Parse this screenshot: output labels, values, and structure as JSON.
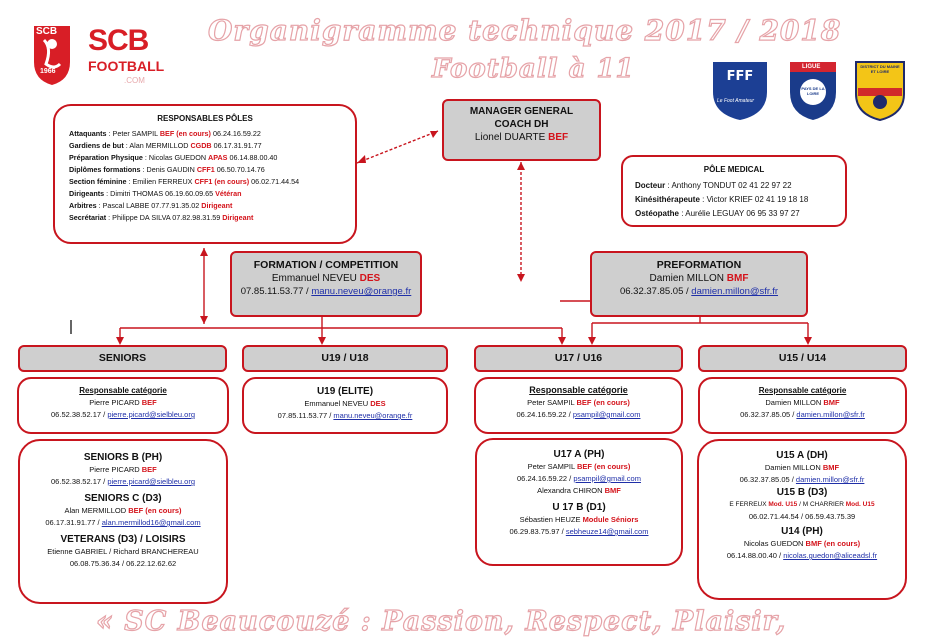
{
  "title": {
    "line1": "Organigramme technique 2017 / 2018",
    "line2": "Football à 11"
  },
  "logos": {
    "club_short": "SCB",
    "club_word": "FOOTBALL",
    "club_year": "1966",
    "club_domain": ".COM",
    "fff_caption": "Le Foot Amateur",
    "ligue_label": "LIGUE",
    "ligue_region": "PAYS DE LA LOIRE",
    "district_label": "DISTRICT DU MAINE ET LOIRE"
  },
  "poles": {
    "title": "RESPONSABLES PÔLES",
    "rows": [
      {
        "role": "Attaquants",
        "person": "Peter SAMPIL",
        "badge": "BEF (en cours)",
        "phone": "06.24.16.59.22"
      },
      {
        "role": "Gardiens de but",
        "person": "Alan MERMILLOD",
        "badge": "CGDB",
        "phone": "06.17.31.91.77"
      },
      {
        "role": "Préparation Physique",
        "person": "Nicolas GUEDON",
        "badge": "APAS",
        "phone": "06.14.88.00.40"
      },
      {
        "role": "Diplômes formations",
        "person": "Denis GAUDIN",
        "badge": "CFF1",
        "phone": "06.50.70.14.76"
      },
      {
        "role": "Section féminine",
        "person": "Emilien FERREUX",
        "badge": "CFF1 (en cours)",
        "phone": "06.02.71.44.54"
      },
      {
        "role": "Dirigeants",
        "person": "Dimitri THOMAS 06.19.60.09.65",
        "badge": "Vétéran",
        "phone": ""
      },
      {
        "role": "Arbitres",
        "person": "Pascal LABBE 07.77.91.35.02",
        "badge": "Dirigeant",
        "phone": ""
      },
      {
        "role": "Secrétariat",
        "person": "Philippe DA SILVA 07.82.98.31.59",
        "badge": "Dirigeant",
        "phone": ""
      }
    ]
  },
  "manager": {
    "line1": "MANAGER GENERAL",
    "line2": "COACH DH",
    "name": "Lionel DUARTE",
    "badge": "BEF"
  },
  "medical": {
    "title": "PÔLE MEDICAL",
    "rows": [
      {
        "role": "Docteur",
        "person": "Anthony TONDUT  02 41 22 97 22"
      },
      {
        "role": "Kinésithérapeute",
        "person": "Victor KRIEF 02 41 19 18 18"
      },
      {
        "role": "Ostéopathe",
        "person": "Aurélie LEGUAY 06 95 33 97 27"
      }
    ]
  },
  "formation": {
    "title": "FORMATION / COMPETITION",
    "name": "Emmanuel NEVEU",
    "badge": "DES",
    "phone": "07.85.11.53.77 / ",
    "email": "manu.neveu@orange.fr"
  },
  "preformation": {
    "title": "PREFORMATION",
    "name": "Damien MILLON",
    "badge": "BMF",
    "phone": "06.32.37.85.05 / ",
    "email": "damien.millon@sfr.fr"
  },
  "categories": {
    "seniors": {
      "header": "SENIORS",
      "resp_label": "Responsable catégorie",
      "resp_name": "Pierre PICARD",
      "resp_badge": "BEF",
      "resp_phone": "06.52.38.52.17 / ",
      "resp_email": "pierre.picard@sielbleu.org",
      "teams": [
        {
          "title": "SENIORS B (PH)",
          "name": "Pierre PICARD",
          "badge": "BEF",
          "phone": "06.52.38.52.17 / ",
          "email": "pierre.picard@sielbleu.org"
        },
        {
          "title": "SENIORS C (D3)",
          "name": "Alan MERMILLOD",
          "badge": "BEF (en cours)",
          "phone": "06.17.31.91.77 / ",
          "email": "alan.mermillod16@gmail.com"
        },
        {
          "title": "VETERANS (D3) / LOISIRS",
          "name": "Etienne GABRIEL / Richard BRANCHEREAU",
          "badge": "",
          "phone": "06.08.75.36.34 / 06.22.12.62.62",
          "email": ""
        }
      ]
    },
    "u19": {
      "header": "U19 / U18",
      "team_title": "U19 (ELITE)",
      "name": "Emmanuel NEVEU",
      "badge": "DES",
      "phone": "07.85.11.53.77 / ",
      "email": "manu.neveu@orange.fr"
    },
    "u17": {
      "header": "U17 / U16",
      "resp_label": "Responsable catégorie",
      "resp_name": "Peter SAMPIL",
      "resp_badge": "BEF (en cours)",
      "resp_phone": "06.24.16.59.22 / ",
      "resp_email": "psampil@gmail.com",
      "teamA_title": "U17 A (PH)",
      "teamA_name": "Peter SAMPIL",
      "teamA_badge": "BEF (en cours)",
      "teamA_phone": "06.24.16.59.22 / ",
      "teamA_email": "psampil@gmail.com",
      "teamA_name2": "Alexandra CHIRON",
      "teamA_badge2": "BMF",
      "teamB_title": "U 17 B (D1)",
      "teamB_name": "Sébastien HEUZE",
      "teamB_badge": "Module Séniors",
      "teamB_phone": "06.29.83.75.97 / ",
      "teamB_email": "sebheuze14@gmail.com"
    },
    "u15": {
      "header": "U15 / U14",
      "resp_label": "Responsable catégorie",
      "resp_name": "Damien MILLON",
      "resp_badge": "BMF",
      "resp_phone": "06.32.37.85.05 / ",
      "resp_email": "damien.millon@sfr.fr",
      "teamA_title": "U15 A (DH)",
      "teamA_name": "Damien MILLON",
      "teamA_badge": "BMF",
      "teamA_phone": "06.32.37.85.05 / ",
      "teamA_email": "damien.millon@sfr.fr",
      "teamB_title": "U15 B (D3)",
      "teamB_name1": "E FERREUX",
      "teamB_badge1": "Mod. U15",
      "teamB_name2": "/ M CHARRIER",
      "teamB_badge2": "Mod. U15",
      "teamB_phone": "06.02.71.44.54 / 06.59.43.75.39",
      "teamC_title": "U14 (PH)",
      "teamC_name": "Nicolas GUEDON",
      "teamC_badge": "BMF (en cours)",
      "teamC_phone": "06.14.88.00.40 / ",
      "teamC_email": "nicolas.guedon@aliceadsl.fr"
    }
  },
  "footer": {
    "motto": "« SC Beaucouzé : Passion, Respect, Plaisir,"
  },
  "colors": {
    "accent_red": "#c8151e",
    "header_grey": "#cfcfcf",
    "link_blue": "#1f2fa8"
  }
}
